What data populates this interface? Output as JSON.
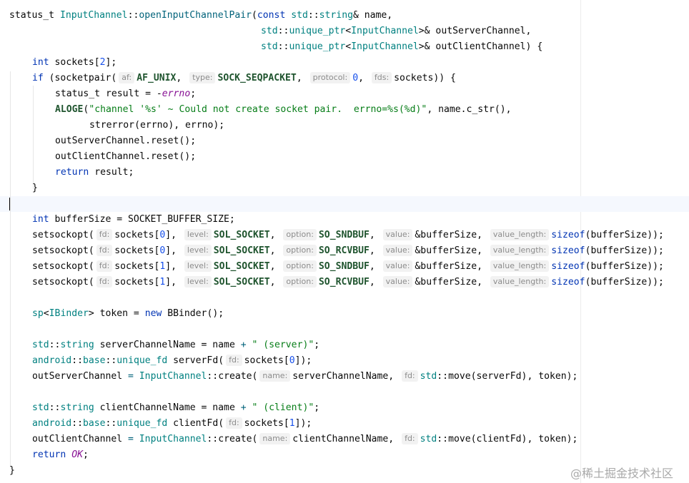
{
  "code": {
    "l1": {
      "a": "status_t ",
      "b": "InputChannel",
      "c": "::",
      "d": "openInputChannelPair",
      "e": "(",
      "f": "const ",
      "g": "std",
      "h": "::",
      "i": "string",
      "j": "& name,"
    },
    "l2": {
      "a": "std",
      "b": "::",
      "c": "unique_ptr",
      "d": "<",
      "e": "InputChannel",
      "f": ">& outServerChannel,"
    },
    "l3": {
      "a": "std",
      "b": "::",
      "c": "unique_ptr",
      "d": "<",
      "e": "InputChannel",
      "f": ">& outClientChannel) {"
    },
    "l4": {
      "a": "int ",
      "b": "sockets[",
      "c": "2",
      "d": "];"
    },
    "l5": {
      "a": "if ",
      "b": "(socketpair(",
      "h1": "af:",
      "c": "AF_UNIX",
      "d": ",",
      "h2": "type:",
      "e": "SOCK_SEQPACKET",
      "f": ",",
      "h3": "protocol:",
      "g": "0",
      "i": ",",
      "h4": "fds:",
      "j": "sockets)) {"
    },
    "l6": {
      "a": "status_t result = -",
      "b": "errno",
      "c": ";"
    },
    "l7": {
      "a": "ALOGE",
      "b": "(",
      "c": "\"channel '%s' ~ Could not create socket pair.  errno=%s(%d)\"",
      "d": ", name.c_str(),"
    },
    "l8": {
      "a": "strerror(errno), errno);"
    },
    "l9": {
      "a": "outServerChannel.reset();"
    },
    "l10": {
      "a": "outClientChannel.reset();"
    },
    "l11": {
      "a": "return ",
      "b": "result;"
    },
    "l12": {
      "a": "}"
    },
    "l14": {
      "a": "int ",
      "b": "bufferSize = SOCKET_BUFFER_SIZE;"
    },
    "sso": [
      {
        "a": "setsockopt(",
        "h1": "fd:",
        "b": "sockets[",
        "n": "0",
        "c": "],",
        "h2": "level:",
        "d": "SOL_SOCKET",
        "e": ",",
        "h3": "option:",
        "f": "SO_SNDBUF",
        "g": ",",
        "h4": "value:",
        "i": "&bufferSize,",
        "h5": "value_length:",
        "j": "sizeof",
        "k": "(bufferSize));"
      },
      {
        "a": "setsockopt(",
        "h1": "fd:",
        "b": "sockets[",
        "n": "0",
        "c": "],",
        "h2": "level:",
        "d": "SOL_SOCKET",
        "e": ",",
        "h3": "option:",
        "f": "SO_RCVBUF",
        "g": ",",
        "h4": "value:",
        "i": "&bufferSize,",
        "h5": "value_length:",
        "j": "sizeof",
        "k": "(bufferSize));"
      },
      {
        "a": "setsockopt(",
        "h1": "fd:",
        "b": "sockets[",
        "n": "1",
        "c": "],",
        "h2": "level:",
        "d": "SOL_SOCKET",
        "e": ",",
        "h3": "option:",
        "f": "SO_SNDBUF",
        "g": ",",
        "h4": "value:",
        "i": "&bufferSize,",
        "h5": "value_length:",
        "j": "sizeof",
        "k": "(bufferSize));"
      },
      {
        "a": "setsockopt(",
        "h1": "fd:",
        "b": "sockets[",
        "n": "1",
        "c": "],",
        "h2": "level:",
        "d": "SOL_SOCKET",
        "e": ",",
        "h3": "option:",
        "f": "SO_RCVBUF",
        "g": ",",
        "h4": "value:",
        "i": "&bufferSize,",
        "h5": "value_length:",
        "j": "sizeof",
        "k": "(bufferSize));"
      }
    ],
    "l20": {
      "a": "sp",
      "b": "<",
      "c": "IBinder",
      "d": "> token = ",
      "e": "new ",
      "f": "BBinder",
      "g": "();"
    },
    "l22": {
      "a": "std",
      "b": "::",
      "c": "string",
      "d": " serverChannelName = name ",
      "e": "+ ",
      "f": "\" (server)\"",
      "g": ";"
    },
    "l23": {
      "a": "android",
      "b": "::",
      "c": "base",
      "d": "::",
      "e": "unique_fd",
      "f": " serverFd(",
      "h1": "fd:",
      "g": "sockets[",
      "n": "0",
      "i": "]);"
    },
    "l24": {
      "a": "outServerChannel ",
      "b": "= ",
      "c": "InputChannel",
      "d": "::",
      "e": "create(",
      "h1": "name:",
      "f": "serverChannelName,",
      "h2": "fd:",
      "g": "std",
      "h": "::",
      "i": "move(serverFd), token);"
    },
    "l26": {
      "a": "std",
      "b": "::",
      "c": "string",
      "d": " clientChannelName = name ",
      "e": "+ ",
      "f": "\" (client)\"",
      "g": ";"
    },
    "l27": {
      "a": "android",
      "b": "::",
      "c": "base",
      "d": "::",
      "e": "unique_fd",
      "f": " clientFd(",
      "h1": "fd:",
      "g": "sockets[",
      "n": "1",
      "i": "]);"
    },
    "l28": {
      "a": "outClientChannel ",
      "b": "= ",
      "c": "InputChannel",
      "d": "::",
      "e": "create(",
      "h1": "name:",
      "f": "clientChannelName,",
      "h2": "fd:",
      "g": "std",
      "h": "::",
      "i": "move(clientFd), token);"
    },
    "l29": {
      "a": "return ",
      "b": "OK",
      "c": ";"
    },
    "l30": {
      "a": "}"
    }
  },
  "watermark": "@稀土掘金技术社区",
  "colors": {
    "keyword": "#0033b3",
    "type": "#008080",
    "function": "#00627a",
    "string": "#067d17",
    "number": "#1750eb",
    "macro": "#1f542e",
    "constant": "#871094",
    "hint_bg": "#f2f2f2",
    "hint_fg": "#8c8c8c"
  }
}
